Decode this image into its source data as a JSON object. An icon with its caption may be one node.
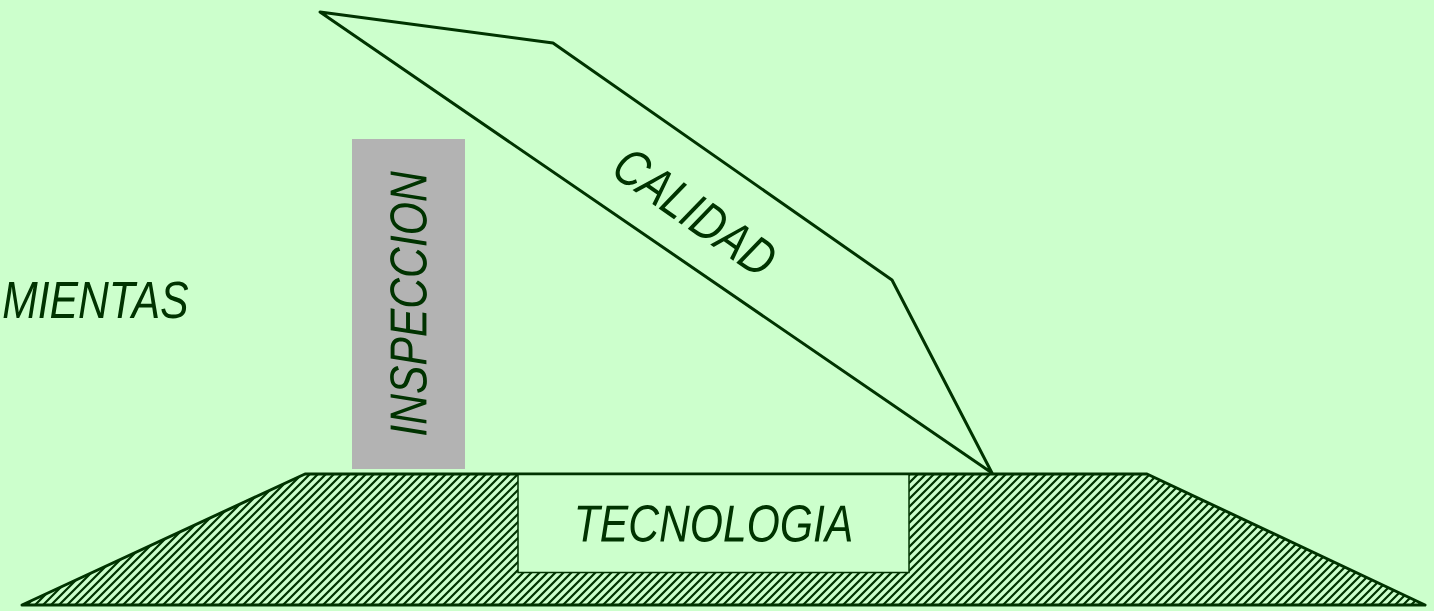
{
  "diagram": {
    "nodes": [
      {
        "text": [],
        "shape": "trapezoid"
      },
      {
        "text": [
          "TECNOLOGIA"
        ],
        "in": 0
      },
      {
        "text": [
          "INSPECCION"
        ]
      },
      {
        "text": [
          "CALIDAD"
        ]
      }
    ],
    "labels": [
      "MIENTAS"
    ]
  }
}
